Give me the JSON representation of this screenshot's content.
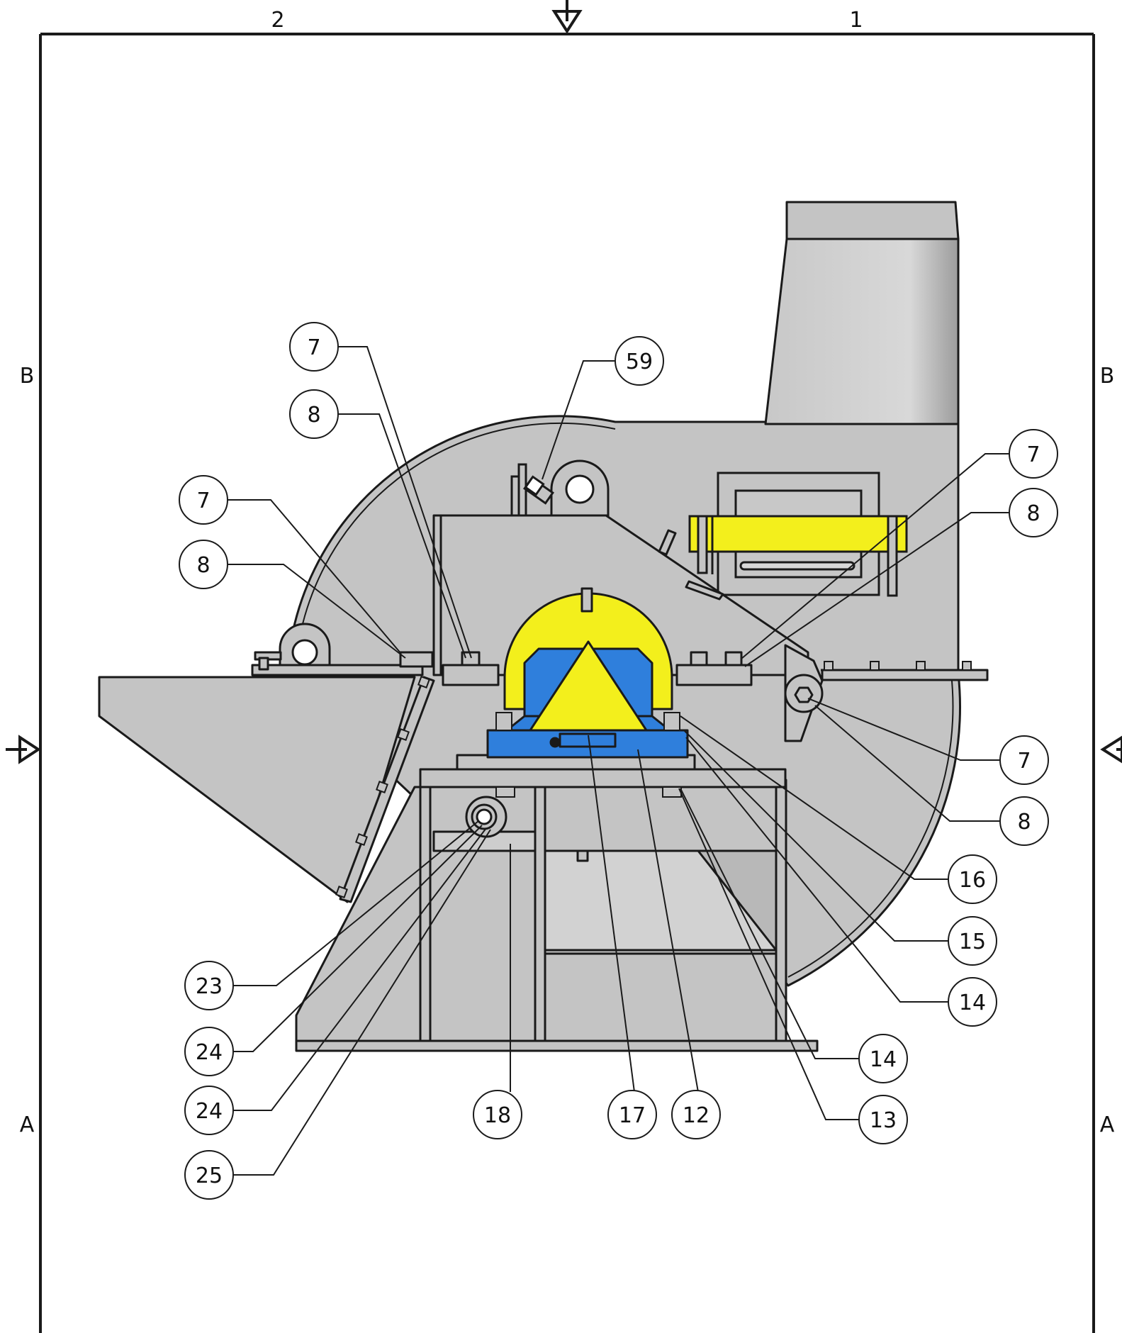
{
  "sheet": {
    "zones_top": [
      "2",
      "1"
    ],
    "zones_left": [
      "B",
      "A"
    ],
    "zones_right": [
      "B",
      "A"
    ]
  },
  "colors": {
    "body": "#c4c4c4",
    "body_light": "#d6d6d6",
    "highlight_yellow": "#f3ef1c",
    "bearing_blue": "#2f7fdc",
    "line": "#1a1a1a"
  },
  "icons": {
    "section_arrow": "section-arrow-icon"
  },
  "balloons": [
    {
      "label": "7"
    },
    {
      "label": "8"
    },
    {
      "label": "59"
    },
    {
      "label": "7"
    },
    {
      "label": "8"
    },
    {
      "label": "7"
    },
    {
      "label": "8"
    },
    {
      "label": "7"
    },
    {
      "label": "8"
    },
    {
      "label": "16"
    },
    {
      "label": "15"
    },
    {
      "label": "14"
    },
    {
      "label": "14"
    },
    {
      "label": "13"
    },
    {
      "label": "23"
    },
    {
      "label": "24"
    },
    {
      "label": "24"
    },
    {
      "label": "25"
    },
    {
      "label": "18"
    },
    {
      "label": "17"
    },
    {
      "label": "12"
    }
  ]
}
